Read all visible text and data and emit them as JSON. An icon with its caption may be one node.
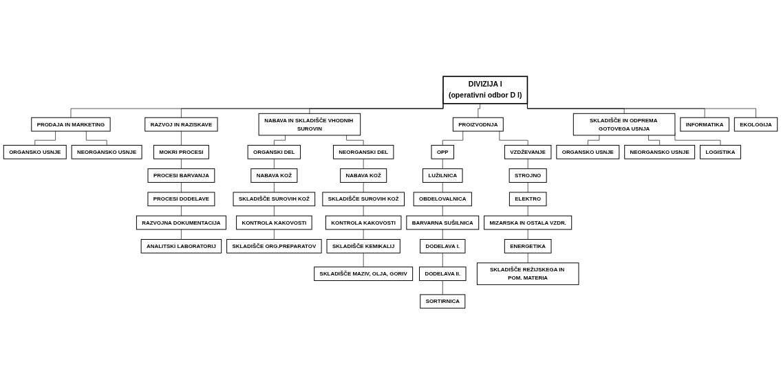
{
  "diagram": {
    "nodes": [
      {
        "text": [
          "DIVIZIJA I",
          "(operativni odbor D I)"
        ]
      },
      {
        "text": [
          "PRODAJA IN MARKETING"
        ]
      },
      {
        "text": [
          "RAZVOJ IN RAZISKAVE"
        ]
      },
      {
        "text": [
          "NABAVA IN SKLADIŠČE VHODNIH SUROVIN"
        ]
      },
      {
        "text": [
          "PROIZVODNJA"
        ]
      },
      {
        "text": [
          "SKLADIŠČE IN ODPREMA GOTOVEGA USNJA"
        ]
      },
      {
        "text": [
          "INFORMATIKA"
        ]
      },
      {
        "text": [
          "EKOLOGIJA"
        ]
      },
      {
        "text": [
          "ORGANSKO USNJE"
        ]
      },
      {
        "text": [
          "NEORGANSKO USNJE"
        ]
      },
      {
        "text": [
          "MOKRI PROCESI"
        ]
      },
      {
        "text": [
          "ORGANSKI DEL"
        ]
      },
      {
        "text": [
          "NEORGANSKI DEL"
        ]
      },
      {
        "text": [
          "OPP"
        ]
      },
      {
        "text": [
          "VZDŽEVANJE"
        ]
      },
      {
        "text": [
          "ORGANSKO USNJE"
        ]
      },
      {
        "text": [
          "NEORGANSKO USNJE"
        ]
      },
      {
        "text": [
          "LOGISTIKA"
        ]
      },
      {
        "text": [
          "PROCESI BARVANJA"
        ]
      },
      {
        "text": [
          "NABAVA KOŽ"
        ]
      },
      {
        "text": [
          "NABAVA KOŽ"
        ]
      },
      {
        "text": [
          "LUŽILNICA"
        ]
      },
      {
        "text": [
          "STROJNO"
        ]
      },
      {
        "text": [
          "PROCESI DODELAVE"
        ]
      },
      {
        "text": [
          "SKLADIŠČE SUROVIH KOŽ"
        ]
      },
      {
        "text": [
          "SKLADIŠČE SUROVIH KOŽ"
        ]
      },
      {
        "text": [
          "OBDELOVALNICA"
        ]
      },
      {
        "text": [
          "ELEKTRO"
        ]
      },
      {
        "text": [
          "RAZVOJNA DOKUMENTACIJA"
        ]
      },
      {
        "text": [
          "KONTROLA KAKOVOSTI"
        ]
      },
      {
        "text": [
          "KONTROLA KAKOVOSTI"
        ]
      },
      {
        "text": [
          "BARVARNA SUŠILNICA"
        ]
      },
      {
        "text": [
          "MIZARSKA IN OSTALA VZDR."
        ]
      },
      {
        "text": [
          "ANALITSKI LABORATORIJ"
        ]
      },
      {
        "text": [
          "SKLADIŠČE ORG.PREPARATOV"
        ]
      },
      {
        "text": [
          "SKLADIŠČE KEMIKALIJ"
        ]
      },
      {
        "text": [
          "DODELAVA I."
        ]
      },
      {
        "text": [
          "ENERGETIKA"
        ]
      },
      {
        "text": [
          "SKLADIŠČE MAZIV, OLJA, GORIV"
        ]
      },
      {
        "text": [
          "DODELAVA II."
        ]
      },
      {
        "text": [
          "SKLADIŠČE REŽIJSKEGA IN POM. MATERIA"
        ]
      },
      {
        "text": [
          "SORTIRNICA"
        ]
      }
    ],
    "edges": [
      {
        "from": 0,
        "to": 1,
        "arrow": "none"
      },
      {
        "from": 0,
        "to": 2,
        "arrow": "none"
      },
      {
        "from": 0,
        "to": 3,
        "arrow": "none"
      },
      {
        "from": 0,
        "to": 4,
        "arrow": "none"
      },
      {
        "from": 0,
        "to": 5,
        "arrow": "none"
      },
      {
        "from": 0,
        "to": 6,
        "arrow": "none"
      },
      {
        "from": 0,
        "to": 7,
        "arrow": "none"
      },
      {
        "from": 1,
        "to": 8,
        "arrow": "none"
      },
      {
        "from": 1,
        "to": 9,
        "arrow": "none"
      },
      {
        "from": 2,
        "to": 10,
        "arrow": "none"
      },
      {
        "from": 3,
        "to": 11,
        "arrow": "none"
      },
      {
        "from": 3,
        "to": 12,
        "arrow": "none"
      },
      {
        "from": 4,
        "to": 13,
        "arrow": "none"
      },
      {
        "from": 4,
        "to": 14,
        "arrow": "none"
      },
      {
        "from": 5,
        "to": 15,
        "arrow": "none"
      },
      {
        "from": 5,
        "to": 16,
        "arrow": "none"
      },
      {
        "from": 5,
        "to": 17,
        "arrow": "none"
      },
      {
        "from": 10,
        "to": 18,
        "arrow": "none"
      },
      {
        "from": 11,
        "to": 19,
        "arrow": "none"
      },
      {
        "from": 12,
        "to": 20,
        "arrow": "none"
      },
      {
        "from": 13,
        "to": 21,
        "arrow": "none"
      },
      {
        "from": 14,
        "to": 22,
        "arrow": "none"
      },
      {
        "from": 18,
        "to": 23,
        "arrow": "none"
      },
      {
        "from": 19,
        "to": 24,
        "arrow": "none"
      },
      {
        "from": 20,
        "to": 25,
        "arrow": "none"
      },
      {
        "from": 21,
        "to": 26,
        "arrow": "none"
      },
      {
        "from": 22,
        "to": 27,
        "arrow": "none"
      },
      {
        "from": 23,
        "to": 28,
        "arrow": "none"
      },
      {
        "from": 24,
        "to": 29,
        "arrow": "none"
      },
      {
        "from": 25,
        "to": 30,
        "arrow": "none"
      },
      {
        "from": 26,
        "to": 31,
        "arrow": "none"
      },
      {
        "from": 27,
        "to": 32,
        "arrow": "none"
      },
      {
        "from": 28,
        "to": 33,
        "arrow": "none"
      },
      {
        "from": 29,
        "to": 34,
        "arrow": "none"
      },
      {
        "from": 30,
        "to": 35,
        "arrow": "none"
      },
      {
        "from": 31,
        "to": 36,
        "arrow": "none"
      },
      {
        "from": 32,
        "to": 37,
        "arrow": "none"
      },
      {
        "from": 35,
        "to": 38,
        "arrow": "none"
      },
      {
        "from": 36,
        "to": 39,
        "arrow": "none"
      },
      {
        "from": 37,
        "to": 40,
        "arrow": "none"
      },
      {
        "from": 39,
        "to": 41,
        "arrow": "none"
      }
    ]
  }
}
